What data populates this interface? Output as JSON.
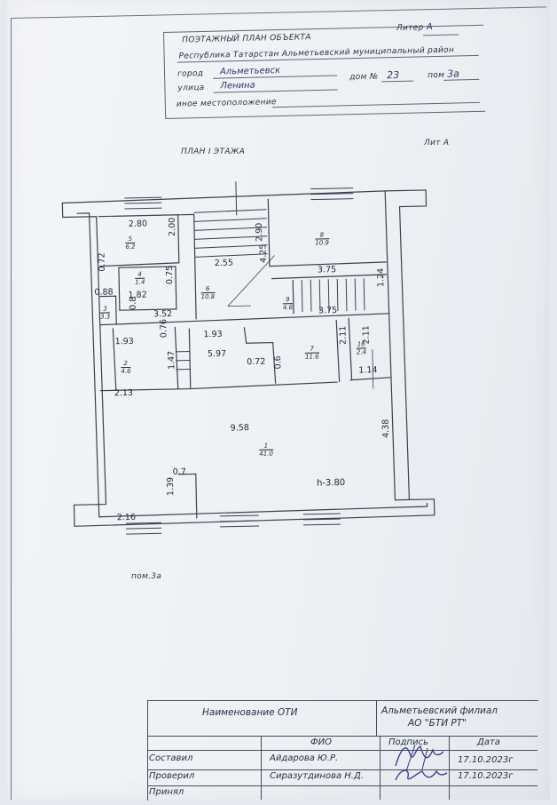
{
  "header": {
    "title": "ПОЭТАЖНЫЙ ПЛАН ОБЪЕКТА",
    "liter_label": "Литер",
    "liter_value": "А",
    "region": "Республика Татарстан Альметьевский муниципальный район",
    "city_label": "город",
    "city_value": "Альметьевск",
    "street_label": "улица",
    "street_value": "Ленина",
    "house_label": "дом №",
    "house_value": "23",
    "room_label": "пом",
    "room_value": "3а",
    "other_location_label": "иное местоположение"
  },
  "plan": {
    "title": "ПЛАН I ЭТАЖА",
    "lit": "Лит А",
    "premise_label": "пом.3а",
    "height": "h-3.80",
    "dimensions": [
      "2.80",
      "2.00",
      "2.90",
      "2.55",
      "4.25",
      "3.75",
      "0.72",
      "0.75",
      "0.88",
      "1.82",
      "1.24",
      "0.8",
      "3.52",
      "3.75",
      "1.93",
      "0.76",
      "1.93",
      "2.11",
      "2.11",
      "5.97",
      "0.72",
      "0.6",
      "1.47",
      "1.14",
      "2.13",
      "9.58",
      "4.38",
      "0.7",
      "1.39",
      "2.16"
    ],
    "rooms": [
      {
        "num": "5",
        "area": "6.2"
      },
      {
        "num": "8",
        "area": "10.9"
      },
      {
        "num": "4",
        "area": "1.4"
      },
      {
        "num": "6",
        "area": "10.8"
      },
      {
        "num": "9",
        "area": "4.6"
      },
      {
        "num": "3",
        "area": "3.3"
      },
      {
        "num": "7",
        "area": "11.6"
      },
      {
        "num": "10",
        "area": "2.4"
      },
      {
        "num": "2",
        "area": "4.6"
      },
      {
        "num": "1",
        "area": "41.0"
      }
    ]
  },
  "stamp": {
    "oti_label": "Наименование ОТИ",
    "org_line1": "Альметьевский филиал",
    "org_line2": "АО \"БТИ РТ\"",
    "col_fio": "ФИО",
    "col_sign": "Подпись",
    "col_date": "Дата",
    "rows": [
      {
        "role": "Составил",
        "name": "Айдарова Ю.Р.",
        "date": "17.10.2023г"
      },
      {
        "role": "Проверил",
        "name": "Сиразутдинова Н.Д.",
        "date": "17.10.2023г"
      },
      {
        "role": "Принял",
        "name": "",
        "date": ""
      }
    ]
  }
}
